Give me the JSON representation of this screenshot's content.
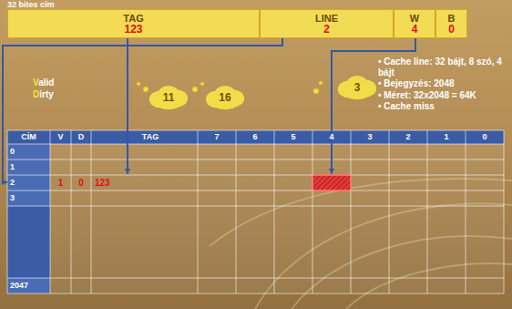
{
  "diagram": {
    "nodes": [
      {
        "text": [
          "TAG",
          "123"
        ]
      },
      {
        "text": [
          "LINE",
          "2"
        ]
      },
      {
        "text": [
          "W",
          "4"
        ]
      },
      {
        "text": [
          "B",
          "0"
        ]
      },
      {
        "text": [
          "11"
        ]
      },
      {
        "text": [
          "16"
        ]
      },
      {
        "text": [
          "3"
        ]
      }
    ],
    "labels": [
      "32 bites cím",
      "• Cache line: 32 bájt, 8 szó, 4 bájt",
      "• Bejegyzés: 2048",
      "• Méret: 32x2048 = 64K",
      "• Cache miss",
      "Valid",
      "Dirty",
      "CÍM",
      "V",
      "D",
      "TAG",
      "7",
      "6",
      "5",
      "4",
      "3",
      "2",
      "1",
      "0",
      "0",
      "1",
      "2",
      "3",
      "2047",
      "1",
      "0",
      "123"
    ]
  }
}
